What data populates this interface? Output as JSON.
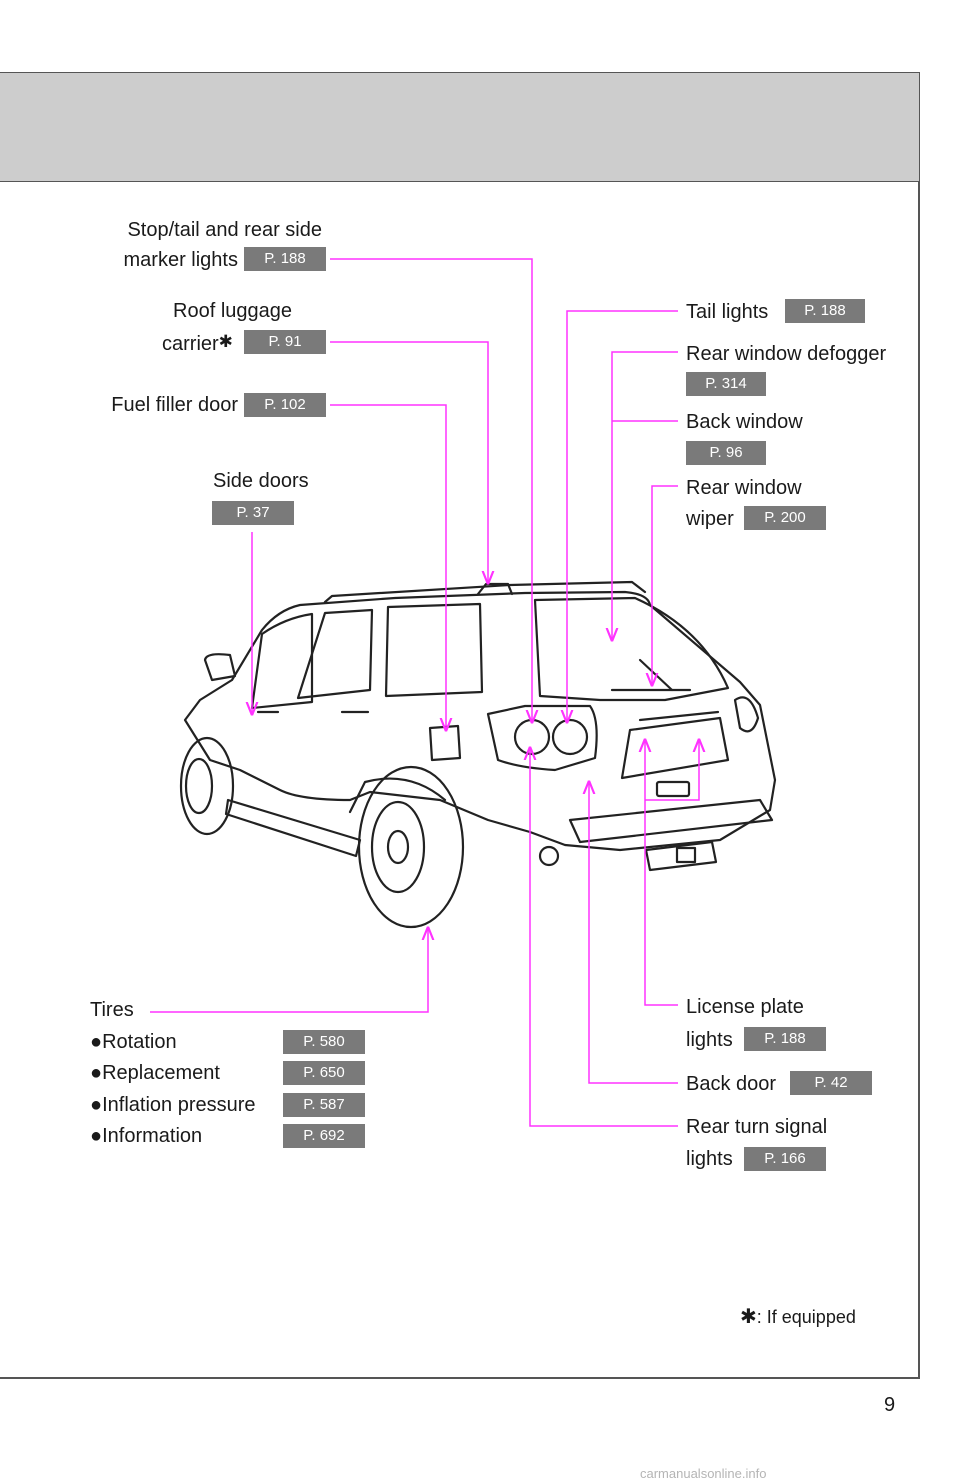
{
  "labels": {
    "stop_tail": {
      "line1": "Stop/tail and rear side",
      "line2": "marker lights",
      "page": "P. 188"
    },
    "roof_luggage": {
      "line1": "Roof luggage",
      "line2": "carrier",
      "mark": "✱",
      "page": "P. 91"
    },
    "fuel_filler": {
      "text": "Fuel filler door",
      "page": "P. 102"
    },
    "side_doors": {
      "text": "Side doors",
      "page": "P. 37"
    },
    "tail_lights": {
      "text": "Tail lights",
      "page": "P. 188"
    },
    "rear_defogger": {
      "text": "Rear window defogger",
      "page": "P. 314"
    },
    "back_window": {
      "text": "Back window",
      "page": "P. 96"
    },
    "rear_wiper": {
      "line1": "Rear window",
      "line2": "wiper",
      "page": "P. 200"
    },
    "license_plate": {
      "line1": "License plate",
      "line2": "lights",
      "page": "P. 188"
    },
    "back_door": {
      "text": "Back door",
      "page": "P. 42"
    },
    "rear_turn": {
      "line1": "Rear turn signal",
      "line2": "lights",
      "page": "P. 166"
    }
  },
  "tires": {
    "title": "Tires",
    "bullet": "●",
    "items": [
      {
        "label": "Rotation",
        "page": "P. 580"
      },
      {
        "label": "Replacement",
        "page": "P. 650"
      },
      {
        "label": "Inflation pressure",
        "page": "P. 587"
      },
      {
        "label": "Information",
        "page": "P. 692"
      }
    ]
  },
  "footnote": {
    "mark": "✱",
    "text": ": If equipped"
  },
  "page_number": "9",
  "watermark": "carmanualsonline.info",
  "colors": {
    "leader": "#ff33ff",
    "tag_bg": "#7a7a7a",
    "header_band": "#cdcdcd"
  }
}
